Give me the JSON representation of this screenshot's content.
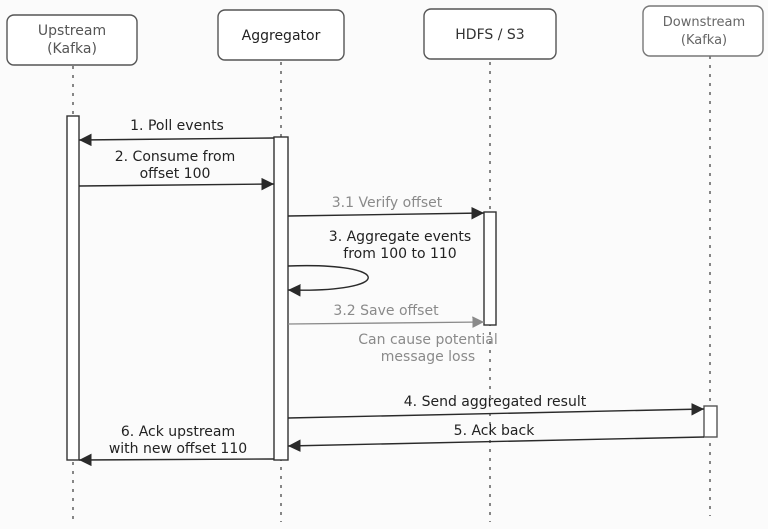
{
  "participants": {
    "upstream": {
      "line1": "Upstream",
      "line2": "(Kafka)"
    },
    "aggregator": {
      "line1": "Aggregator"
    },
    "storage": {
      "line1": "HDFS / S3"
    },
    "downstream": {
      "line1": "Downstream",
      "line2": "(Kafka)"
    }
  },
  "messages": {
    "poll": "1. Poll events",
    "consume": {
      "line1": "2. Consume from",
      "line2": "offset 100"
    },
    "verify": "3.1 Verify offset",
    "aggregate": {
      "line1": "3. Aggregate events",
      "line2": "from 100 to 110"
    },
    "save": "3.2 Save offset",
    "note": {
      "line1": "Can cause potential",
      "line2": "message loss"
    },
    "send": "4. Send aggregated result",
    "ack_back": "5. Ack back",
    "ack_upstream": {
      "line1": "6. Ack upstream",
      "line2": "with new offset 110"
    }
  },
  "colors": {
    "stroke": "#333333",
    "text": "#222222",
    "muted": "#8a8a8a",
    "fill": "#ffffff"
  }
}
